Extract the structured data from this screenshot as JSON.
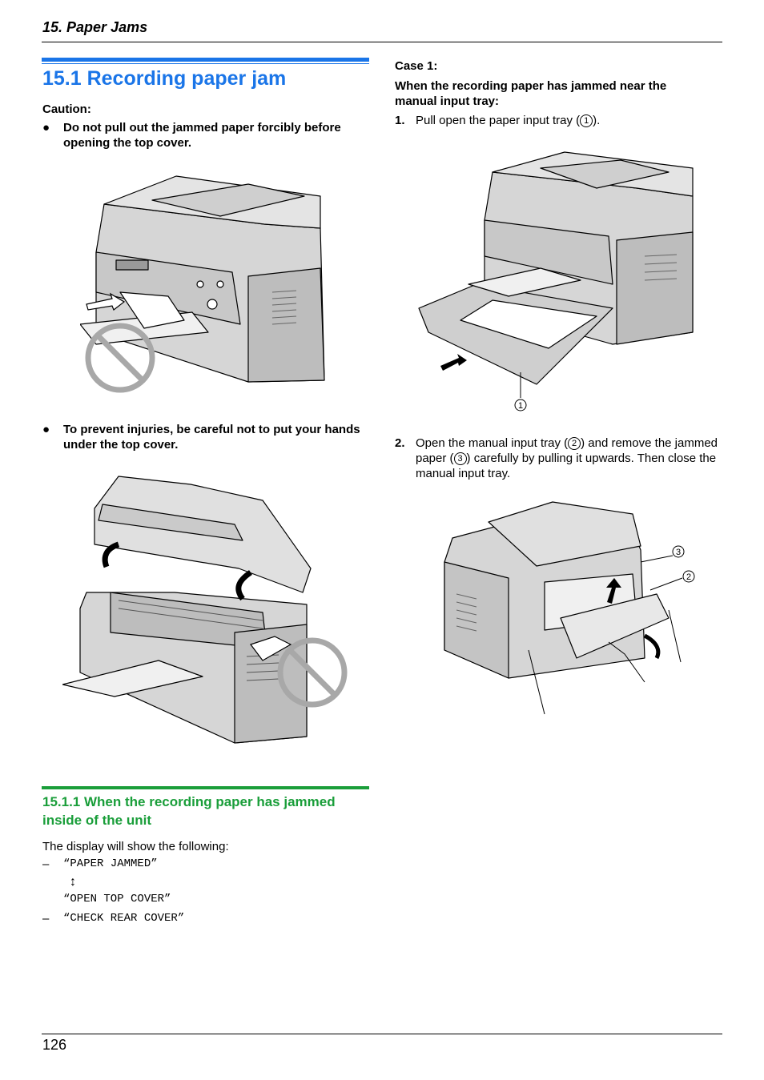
{
  "header": {
    "section_title": "15. Paper Jams"
  },
  "footer": {
    "page_number": "126"
  },
  "section": {
    "heading": "15.1 Recording paper jam",
    "caution_label": "Caution:",
    "caution_1": "Do not pull out the jammed paper forcibly before opening the top cover.",
    "caution_2": "To prevent injuries, be careful not to put your hands under the top cover."
  },
  "subsection": {
    "heading": "15.1.1 When the recording paper has jammed inside of the unit",
    "intro": "The display will show the following:",
    "dash": "–",
    "msg_1": "“PAPER JAMMED”",
    "arrow": "↕",
    "msg_2": "“OPEN TOP COVER”",
    "msg_3": "“CHECK REAR COVER”"
  },
  "case": {
    "label": "Case 1:",
    "condition": "When the recording paper has jammed near the manual input tray:",
    "step1_num": "1.",
    "step1_pre": "Pull open the paper input tray (",
    "step1_post": ").",
    "step2_num": "2.",
    "step2_a": "Open the manual input tray (",
    "step2_b": ") and remove the jammed paper (",
    "step2_c": ") carefully by pulling it upwards. Then close the manual input tray.",
    "callout_1": "1",
    "callout_2": "2",
    "callout_3": "3"
  }
}
